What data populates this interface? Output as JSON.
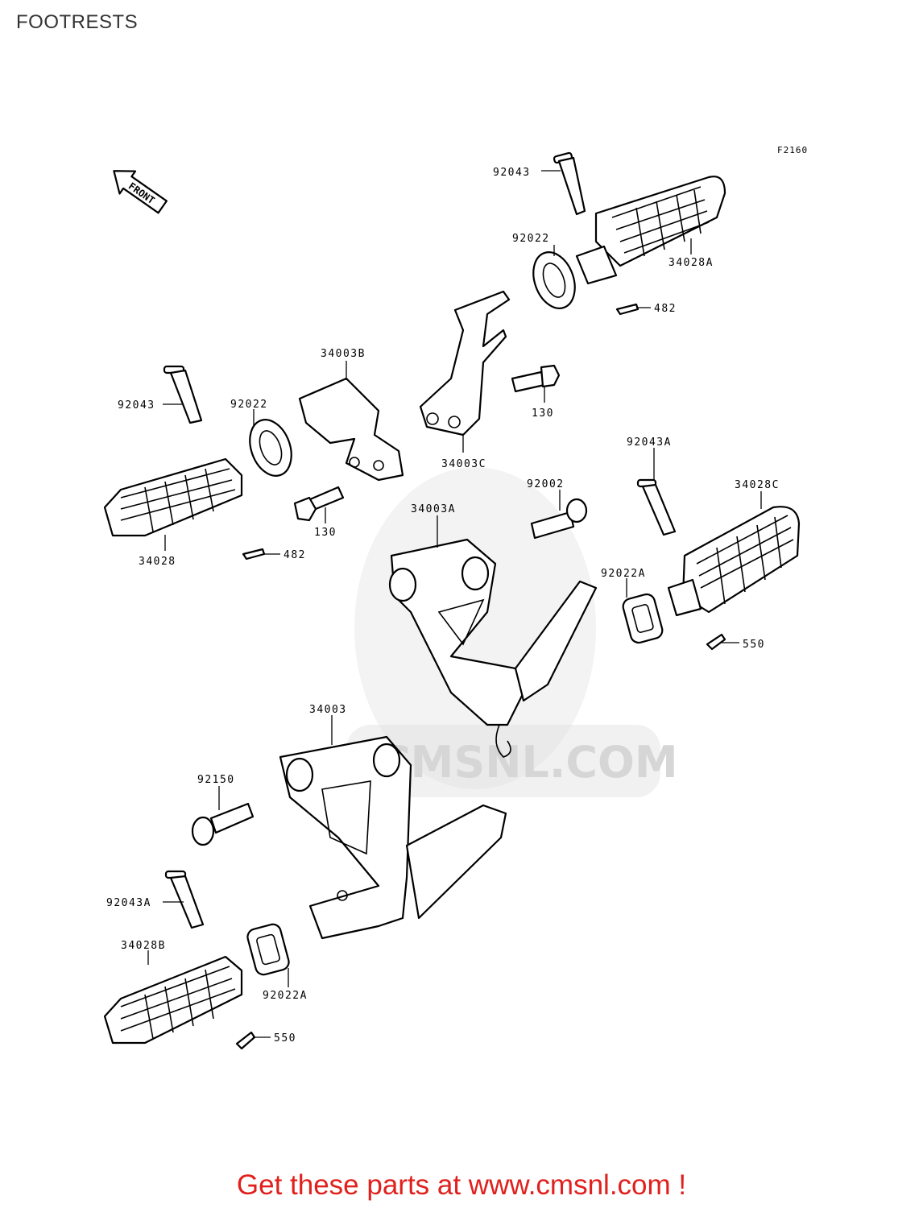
{
  "page": {
    "title": "FOOTRESTS",
    "diagram_code": "F2160",
    "front_label": "FRONT",
    "watermark": "CMSNL.COM",
    "footer": "Get these parts at www.cmsnl.com !"
  },
  "parts": {
    "p92043_top": "92043",
    "p92022_top": "92022",
    "p34028A": "34028A",
    "p482_top": "482",
    "p34003B": "34003B",
    "p92043_left": "92043",
    "p92022_left": "92022",
    "p130_right": "130",
    "p34003C": "34003C",
    "p92043A_right": "92043A",
    "p34028C": "34028C",
    "p92002": "92002",
    "p34003A": "34003A",
    "p130_left": "130",
    "p34028": "34028",
    "p482_left": "482",
    "p92022A_right": "92022A",
    "p550_right": "550",
    "p34003": "34003",
    "p92150": "92150",
    "p92043A_left": "92043A",
    "p34028B": "34028B",
    "p92022A_left": "92022A",
    "p550_left": "550"
  },
  "colors": {
    "footer": "#e0201c",
    "watermark": "#d6d6d6"
  }
}
